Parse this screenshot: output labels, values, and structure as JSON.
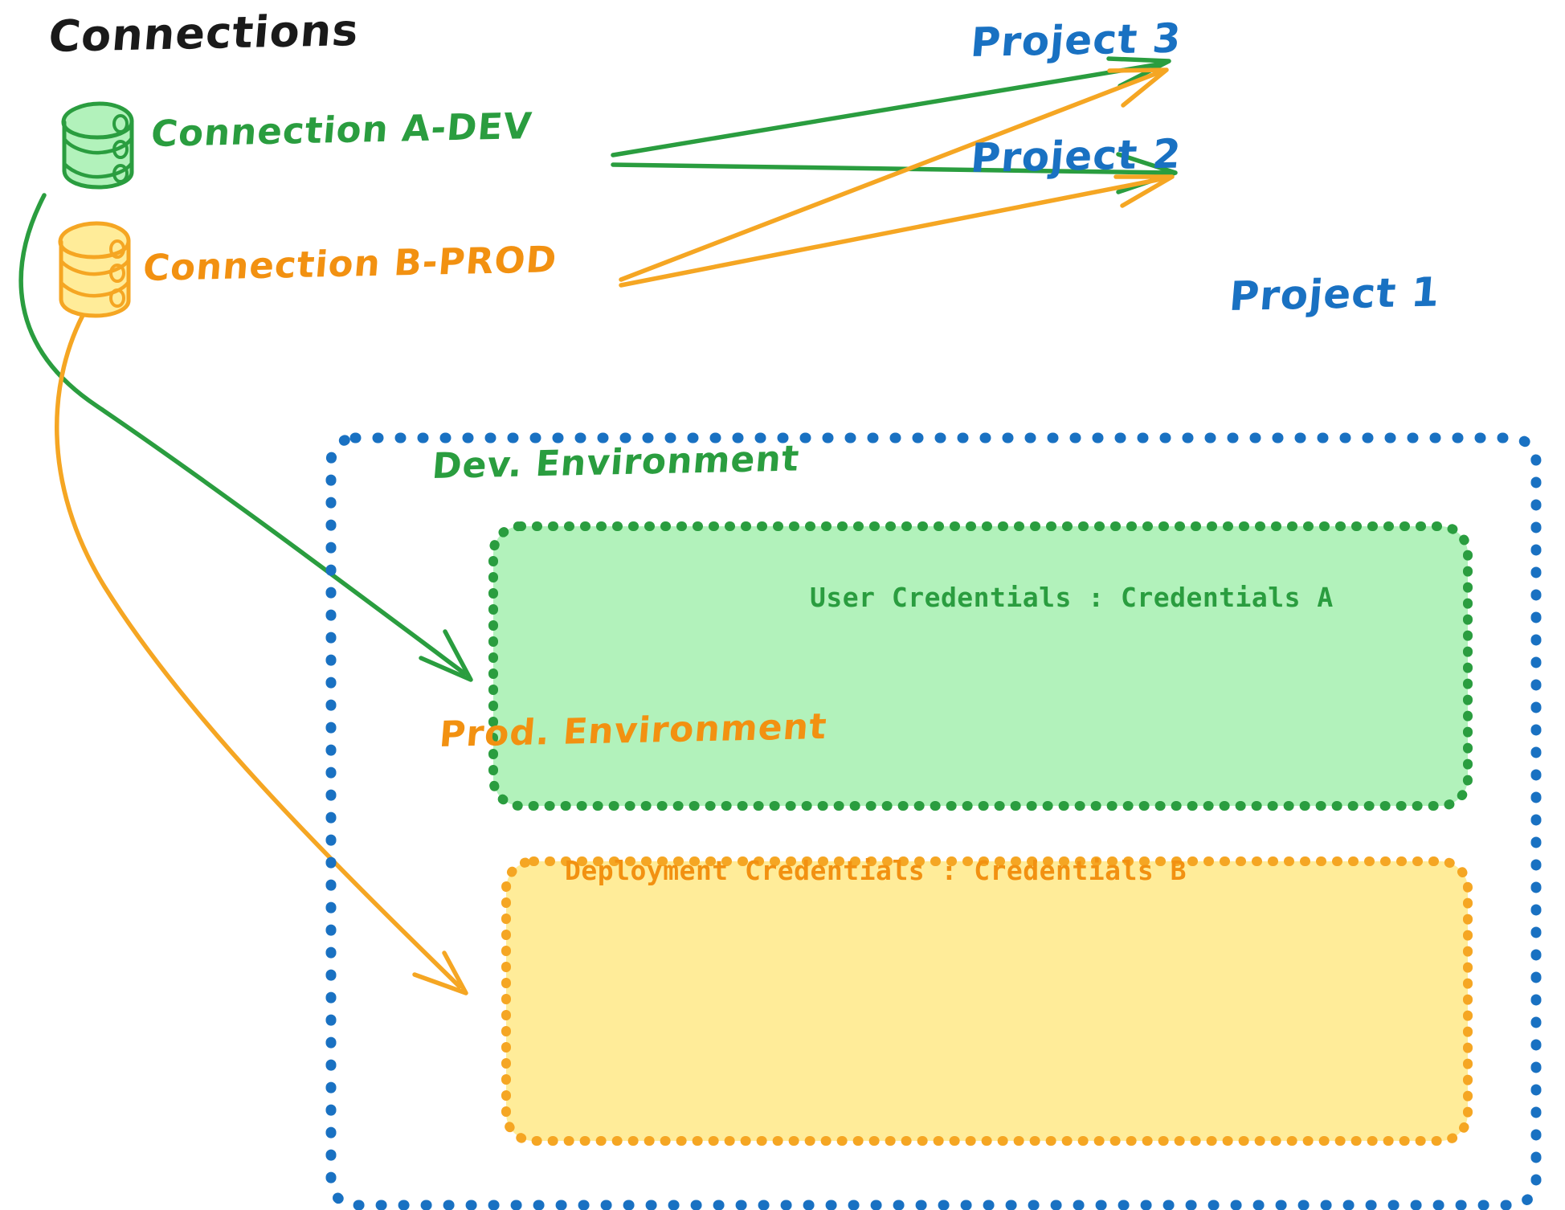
{
  "diagram": {
    "title": "Connections",
    "colors": {
      "green": "#2a9d3f",
      "green_fill": "#b2f2bb",
      "orange": "#f29111",
      "orange_fill": "#ffec99",
      "blue": "#1971c2",
      "black": "#1a1a1a",
      "background": "#ffffff"
    }
  },
  "connections": [
    {
      "id": "connection-a-dev",
      "label": "Connection A-DEV",
      "color": "#2a9d3f",
      "icon": "database-cylinder-icon"
    },
    {
      "id": "connection-b-prod",
      "label": "Connection B-PROD",
      "color": "#f29111",
      "icon": "database-cylinder-icon"
    }
  ],
  "projects": [
    {
      "id": "project-3",
      "label": "Project 3",
      "color": "#1971c2"
    },
    {
      "id": "project-2",
      "label": "Project 2",
      "color": "#1971c2"
    },
    {
      "id": "project-1",
      "label": "Project 1",
      "color": "#1971c2"
    }
  ],
  "project_1": {
    "label": "Project 1",
    "environments": [
      {
        "id": "dev-environment",
        "title": "Dev. Environment",
        "credentials_label": "User Credentials",
        "credentials_separator": ":",
        "credentials_value": "Credentials A",
        "credentials_text": "User Credentials : Credentials A",
        "border_color": "#2a9d3f",
        "fill_color": "#b2f2bb"
      },
      {
        "id": "prod-environment",
        "title": "Prod. Environment",
        "credentials_label": "Deployment Credentials",
        "credentials_separator": ":",
        "credentials_value": "Credentials B",
        "credentials_text": "Deployment Credentials : Credentials B",
        "border_color": "#f29111",
        "fill_color": "#ffec99"
      }
    ]
  },
  "edges": [
    {
      "id": "edge-a-dev-to-project-3",
      "from": "connection-a-dev",
      "to": "project-3",
      "color": "#2a9d3f"
    },
    {
      "id": "edge-a-dev-to-project-2",
      "from": "connection-a-dev",
      "to": "project-2",
      "color": "#2a9d3f"
    },
    {
      "id": "edge-b-prod-to-project-3",
      "from": "connection-b-prod",
      "to": "project-3",
      "color": "#f29111"
    },
    {
      "id": "edge-b-prod-to-project-2",
      "from": "connection-b-prod",
      "to": "project-2",
      "color": "#f29111"
    },
    {
      "id": "edge-a-dev-to-dev-environment",
      "from": "connection-a-dev",
      "to": "dev-environment",
      "color": "#2a9d3f"
    },
    {
      "id": "edge-b-prod-to-prod-environment",
      "from": "connection-b-prod",
      "to": "prod-environment",
      "color": "#f29111"
    }
  ]
}
